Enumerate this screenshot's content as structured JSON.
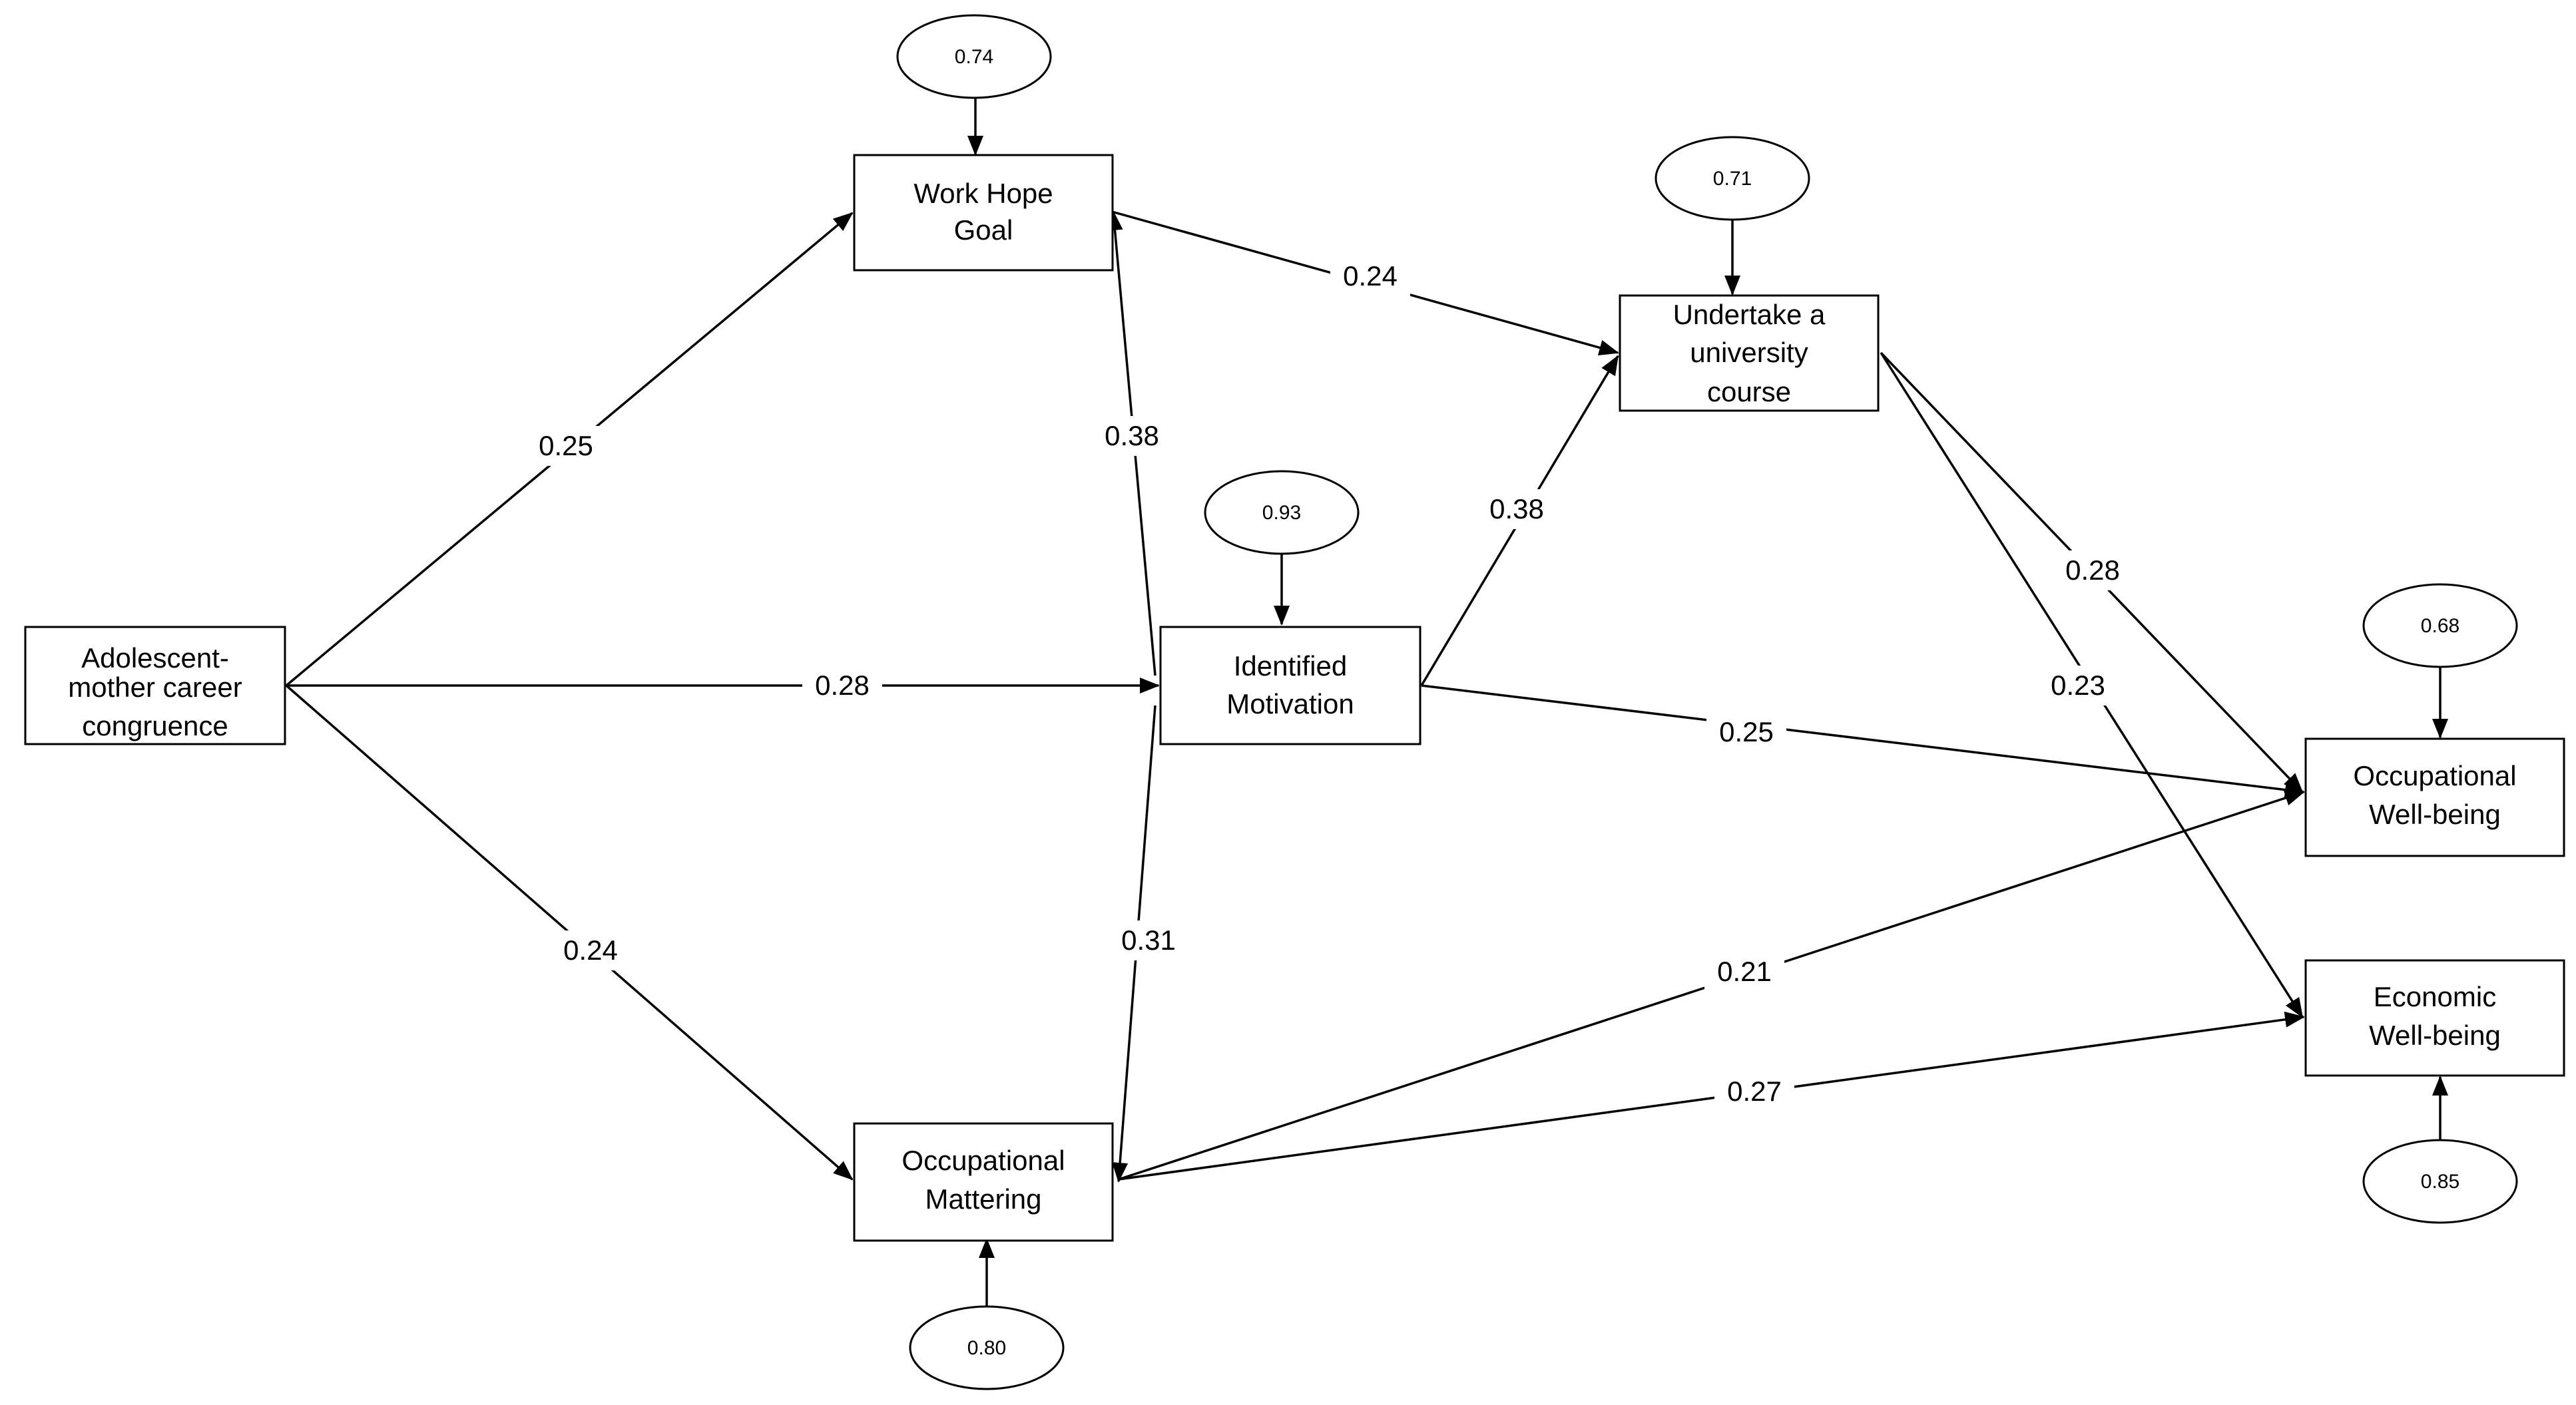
{
  "nodes": {
    "acc": [
      "Adolescent-",
      "mother career",
      "congruence"
    ],
    "whg": [
      "Work Hope",
      "Goal"
    ],
    "im": [
      "Identified",
      "Motivation"
    ],
    "om": [
      "Occupational",
      "Mattering"
    ],
    "uuc": [
      "Undertake a",
      "university",
      "course"
    ],
    "owb": [
      "Occupational",
      "Well-being"
    ],
    "ewb": [
      "Economic",
      "Well-being"
    ]
  },
  "error_terms": {
    "whg": "0.74",
    "uuc": "0.71",
    "im": "0.93",
    "owb": "0.68",
    "ewb": "0.85",
    "om": "0.80"
  },
  "paths": {
    "acc_whg": "0.25",
    "acc_im": "0.28",
    "acc_om": "0.24",
    "whg_uuc": "0.24",
    "om_whg": "0.38",
    "im_om": "0.31",
    "im_uuc": "0.38",
    "im_owb": "0.25",
    "uuc_owb": "0.28",
    "uuc_ewb": "0.23",
    "om_owb": "0.21",
    "om_ewb": "0.27"
  }
}
